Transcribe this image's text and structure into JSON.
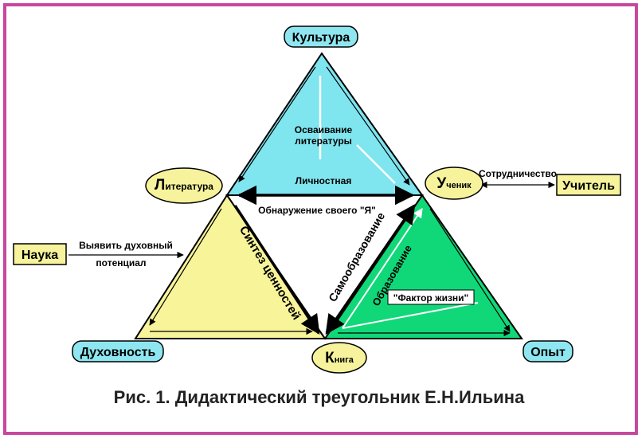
{
  "nodes": {
    "kultura": "Культура",
    "literatura_initial": "Л",
    "literatura_rest": "итература",
    "uchenik_initial": "У",
    "uchenik_rest": "ченик",
    "uchitel": "Учитель",
    "nauka": "Наука",
    "dukhovnost": "Духовность",
    "kniga_initial": "К",
    "kniga_rest": "нига",
    "opyt": "Опыт"
  },
  "labels": {
    "osvoenie_line1": "Осваивание",
    "osvoenie_line2": "литературы",
    "lichnostnaya": "Личностная",
    "obnaruzhenie": "Обнаружение своего \"Я\"",
    "sotrudnichestvo": "Сотрудничество",
    "vyyavit_line1": "Выявить духовный",
    "vyyavit_line2": "потенциал",
    "sintez": "Синтез ценностей",
    "samoobrazovanie": "Самообразование",
    "obrazovanie": "Образование",
    "faktor": "\"Фактор жизни\""
  },
  "caption": "Рис. 1. Дидактический треугольник Е.Н.Ильина",
  "colors": {
    "frame": "#c8479e",
    "top_triangle": "#7fe5ef",
    "left_triangle": "#f8f49a",
    "right_triangle": "#10d878",
    "node_yellow": "#f6f39c",
    "node_cyan": "#8ee6f0"
  }
}
